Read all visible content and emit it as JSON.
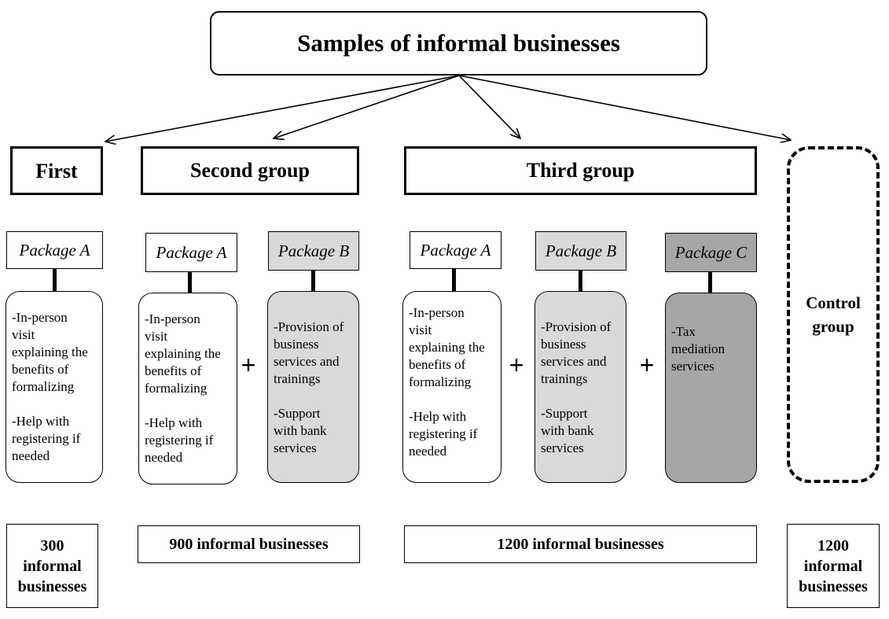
{
  "title": "Samples of informal businesses",
  "groups": {
    "first": {
      "label": "First",
      "count": "300\ninformal\nbusinesses"
    },
    "second": {
      "label": "Second group",
      "count": "900 informal businesses"
    },
    "third": {
      "label": "Third group",
      "count": "1200 informal businesses"
    },
    "control": {
      "label": "Control\ngroup",
      "count": "1200\ninformal\nbusinesses"
    }
  },
  "packages": {
    "a": {
      "label": "Package A",
      "items": [
        "-In-person\nvisit\nexplaining the\nbenefits of\nformalizing",
        "-Help with\nregistering if\nneeded"
      ]
    },
    "b": {
      "label": "Package B",
      "items": [
        "-Provision of\nbusiness\nservices and\ntrainings",
        "-Support\nwith bank\nservices"
      ]
    },
    "c": {
      "label": "Package C",
      "items": [
        "-Tax\nmediation\nservices"
      ]
    }
  },
  "plus_symbol": "+",
  "colors": {
    "package_a_fill": "#ffffff",
    "package_b_fill": "#d9d9d9",
    "package_c_fill": "#a6a6a6"
  }
}
